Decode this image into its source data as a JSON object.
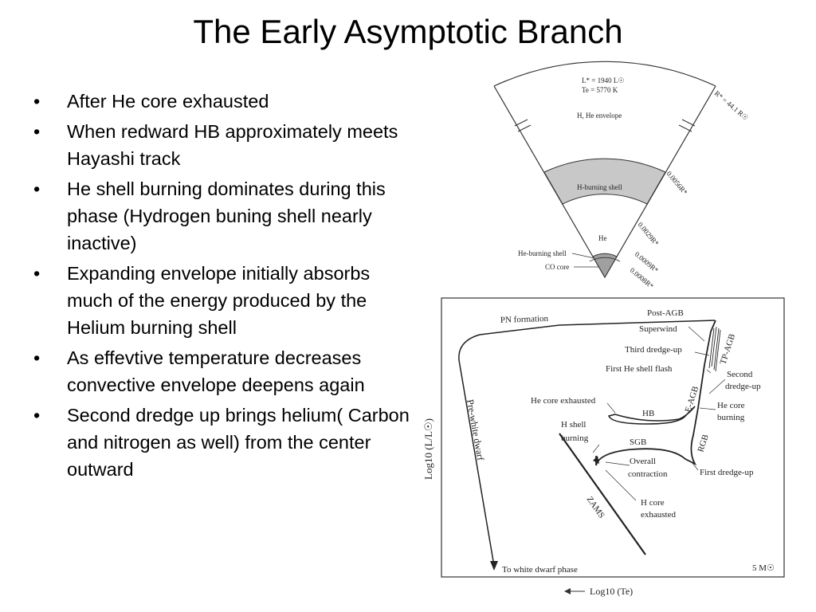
{
  "title": "The Early Asymptotic Branch",
  "bullets": [
    "After He core exhausted",
    "When redward HB approximately meets Hayashi track",
    "He shell burning dominates during this phase (Hydrogen buning shell nearly inactive)",
    "Expanding envelope initially absorbs much of the energy produced by the Helium burning shell",
    "As effevtive temperature decreases convective envelope deepens again",
    "Second dredge up brings helium( Carbon and nitrogen as well) from the center outward"
  ],
  "structure_diagram": {
    "luminosity": "L* = 1940 L☉",
    "temperature": "Te = 5770 K",
    "radius": "R* = 44.1 R☉",
    "regions": {
      "envelope": "H, He envelope",
      "h_shell": "H-burning shell",
      "he": "He",
      "he_shell": "He-burning shell",
      "co_core": "CO core"
    },
    "radii": {
      "r1": "0.0056R*",
      "r2": "0.0029R*",
      "r3": "0.0009R*",
      "r4": "0.0008R*"
    },
    "colors": {
      "h_shell_fill": "#c8c8c8",
      "core_fill": "#a0a0a0"
    }
  },
  "hr_diagram": {
    "y_axis_label": "Log10 (L/L☉)",
    "x_axis_label": "Log10 (Te)",
    "mass_label": "5 M☉",
    "labels": {
      "pn_formation": "PN formation",
      "post_agb": "Post-AGB",
      "superwind": "Superwind",
      "third_dredge": "Third dredge-up",
      "tp_agb": "TP-AGB",
      "first_he_flash": "First He shell flash",
      "second_dredge_1": "Second",
      "second_dredge_2": "dredge-up",
      "he_core_exhausted": "He core exhausted",
      "hb": "HB",
      "e_agb": "E-AGB",
      "he_core_burning_1": "He core",
      "he_core_burning_2": "burning",
      "h_shell_burning_1": "H shell",
      "h_shell_burning_2": "burning",
      "sgb": "SGB",
      "rgb": "RGB",
      "overall_contraction_1": "Overall",
      "overall_contraction_2": "contraction",
      "first_dredge": "First dredge-up",
      "h_core_exhausted_1": "H core",
      "h_core_exhausted_2": "exhausted",
      "zams": "ZAMS",
      "pre_white_dwarf": "Pre-white dwarf",
      "to_white_dwarf": "To white dwarf phase"
    }
  }
}
